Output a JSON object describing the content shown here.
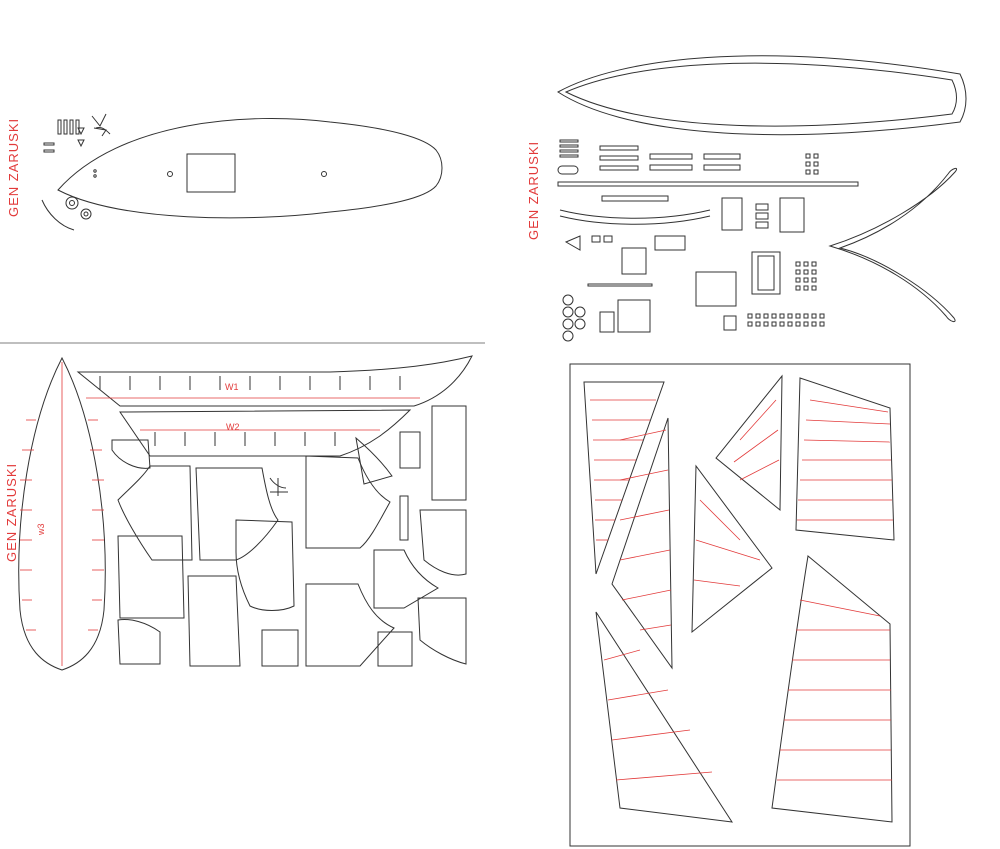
{
  "sheets": {
    "top_left": {
      "title": "GEN  ZARUSKI"
    },
    "top_right": {
      "title": "GEN  ZARUSKI"
    },
    "bottom_left": {
      "title": "GEN  ZARUSKI",
      "labels": {
        "w1": "W1",
        "w2": "W2",
        "w3": "w3"
      }
    },
    "sails": {}
  },
  "colors": {
    "line": "#333333",
    "accent": "#e23a3a",
    "background": "#ffffff"
  }
}
